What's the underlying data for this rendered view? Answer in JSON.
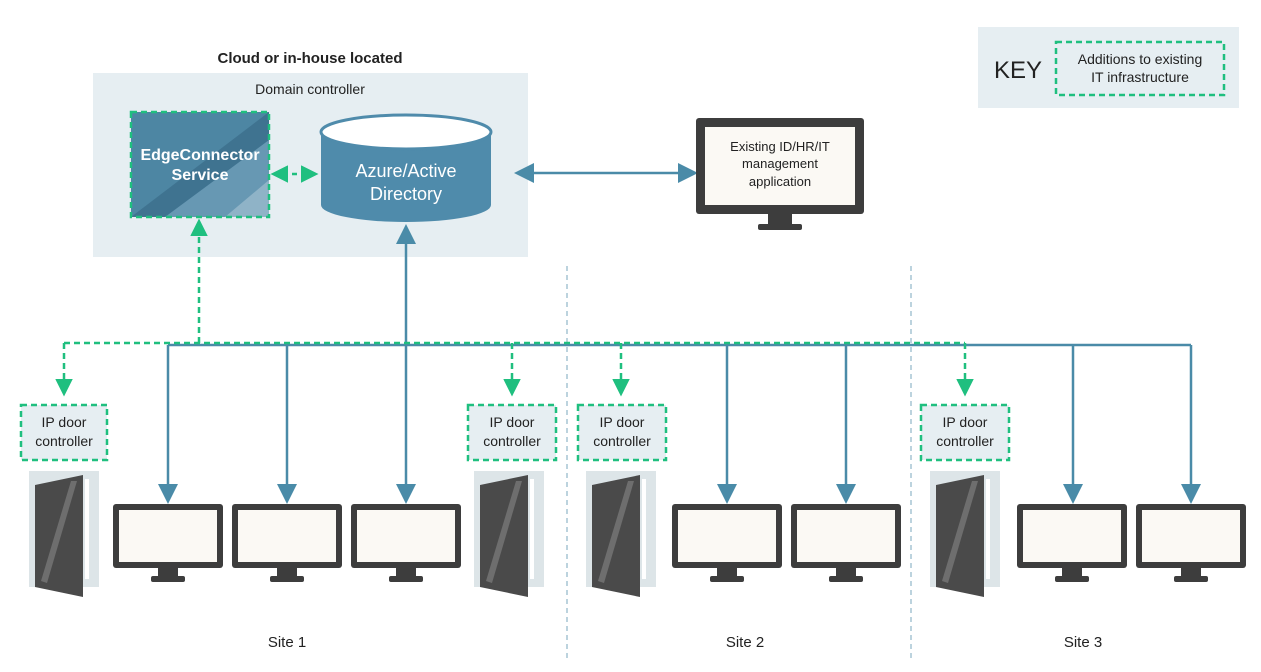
{
  "cloud": {
    "title": "Cloud or in-house located",
    "domain_label": "Domain controller",
    "edge_connector": [
      "EdgeConnector",
      "Service"
    ],
    "directory": [
      "Azure/Active",
      "Directory"
    ]
  },
  "existing_app": [
    "Existing ID/HR/IT",
    "management",
    "application"
  ],
  "key": {
    "title": "KEY",
    "label": [
      "Additions to existing",
      "IT infrastructure"
    ]
  },
  "controllers": [
    [
      "IP door",
      "controller"
    ],
    [
      "IP door",
      "controller"
    ],
    [
      "IP door",
      "controller"
    ],
    [
      "IP door",
      "controller"
    ]
  ],
  "sites": [
    "Site 1",
    "Site 2",
    "Site 3"
  ],
  "colors": {
    "line_blue": "#4a8ba8",
    "dash_green": "#1fbf7f",
    "panel_bg": "#e6eef2",
    "db_blue": "#4f8bab",
    "monitor_frame": "#3d3d3d",
    "monitor_screen": "#fbf9f4",
    "door_dark": "#4a4a4a",
    "door_frame": "#dde5e8",
    "text": "#222222",
    "separator": "#8fb6c8"
  }
}
